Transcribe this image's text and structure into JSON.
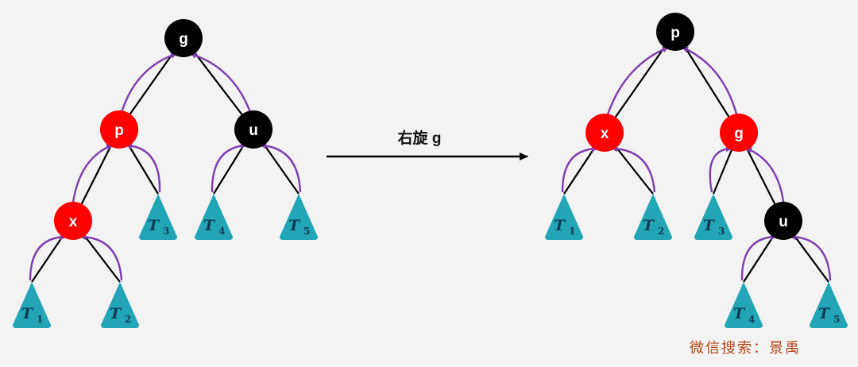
{
  "colors": {
    "black_node": "#000000",
    "red_node": "#ff0000",
    "subtree": "#22a5b6",
    "edge": "#000000",
    "rotation_arrow": "#7f3fb0",
    "operation_arrow": "#000000"
  },
  "operation": {
    "label": "右旋 g"
  },
  "before": {
    "nodes": [
      {
        "id": "g",
        "label": "g",
        "color": "black"
      },
      {
        "id": "p",
        "label": "p",
        "color": "red"
      },
      {
        "id": "u",
        "label": "u",
        "color": "black"
      },
      {
        "id": "x",
        "label": "x",
        "color": "red"
      }
    ],
    "subtrees": [
      {
        "id": "T1",
        "letter": "T",
        "sub": "1"
      },
      {
        "id": "T2",
        "letter": "T",
        "sub": "2"
      },
      {
        "id": "T3",
        "letter": "T",
        "sub": "3"
      },
      {
        "id": "T4",
        "letter": "T",
        "sub": "4"
      },
      {
        "id": "T5",
        "letter": "T",
        "sub": "5"
      }
    ]
  },
  "after": {
    "nodes": [
      {
        "id": "p",
        "label": "p",
        "color": "black"
      },
      {
        "id": "x",
        "label": "x",
        "color": "red"
      },
      {
        "id": "g",
        "label": "g",
        "color": "red"
      },
      {
        "id": "u",
        "label": "u",
        "color": "black"
      }
    ],
    "subtrees": [
      {
        "id": "T1",
        "letter": "T",
        "sub": "1"
      },
      {
        "id": "T2",
        "letter": "T",
        "sub": "2"
      },
      {
        "id": "T3",
        "letter": "T",
        "sub": "3"
      },
      {
        "id": "T4",
        "letter": "T",
        "sub": "4"
      },
      {
        "id": "T5",
        "letter": "T",
        "sub": "5"
      }
    ]
  },
  "watermark": {
    "text": "微信搜索：景禹"
  }
}
